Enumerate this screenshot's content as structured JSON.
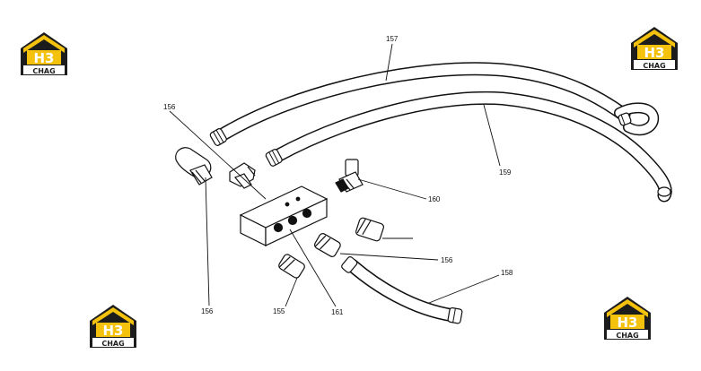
{
  "callouts": {
    "c157": "157",
    "c156a": "156",
    "c159": "159",
    "c160": "160",
    "c156b": "156",
    "c158": "158",
    "c156c": "156",
    "c155": "155",
    "c161": "161"
  },
  "watermark": {
    "top": "H3",
    "bottom": "CHAG"
  },
  "colors": {
    "line": "#111111",
    "logo_dark": "#1c1c1c",
    "logo_yellow": "#f4c20d",
    "logo_white": "#ffffff"
  }
}
